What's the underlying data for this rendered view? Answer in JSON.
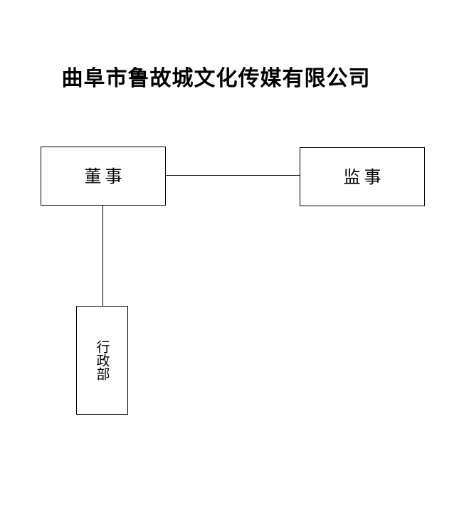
{
  "document": {
    "title": "曲阜市鲁故城文化传媒有限公司",
    "background_color": "#ffffff",
    "line_color": "#000000",
    "text_color": "#000000"
  },
  "org_chart": {
    "type": "organization-chart",
    "nodes": [
      {
        "id": "director",
        "label": "董事",
        "orientation": "horizontal",
        "level": 1
      },
      {
        "id": "supervisor",
        "label": "监事",
        "orientation": "horizontal",
        "level": 1
      },
      {
        "id": "admin",
        "label": "行政部",
        "orientation": "vertical",
        "level": 2
      }
    ],
    "connectors": [
      {
        "id": "director-supervisor",
        "from": "director",
        "to": "supervisor",
        "direction": "horizontal"
      },
      {
        "id": "director-admin",
        "from": "director",
        "to": "admin",
        "direction": "vertical"
      }
    ]
  }
}
